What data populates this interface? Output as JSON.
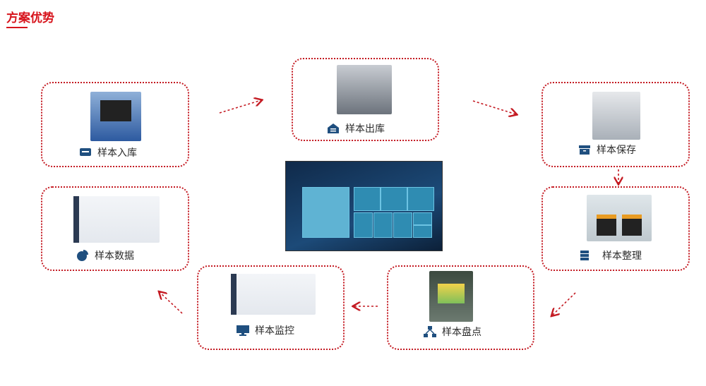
{
  "title": "方案优势",
  "steps": [
    {
      "label": "样本入库",
      "icon": "inbox-machine-icon"
    },
    {
      "label": "样本出库",
      "icon": "home-storage-icon"
    },
    {
      "label": "样本保存",
      "icon": "box-icon"
    },
    {
      "label": "样本整理",
      "icon": "server-stack-icon"
    },
    {
      "label": "样本盘点",
      "icon": "network-tree-icon"
    },
    {
      "label": "样本监控",
      "icon": "monitor-icon"
    },
    {
      "label": "样本数据",
      "icon": "pie-chart-icon"
    }
  ],
  "colors": {
    "accent": "#d7141c",
    "icon": "#1f4f7f"
  }
}
